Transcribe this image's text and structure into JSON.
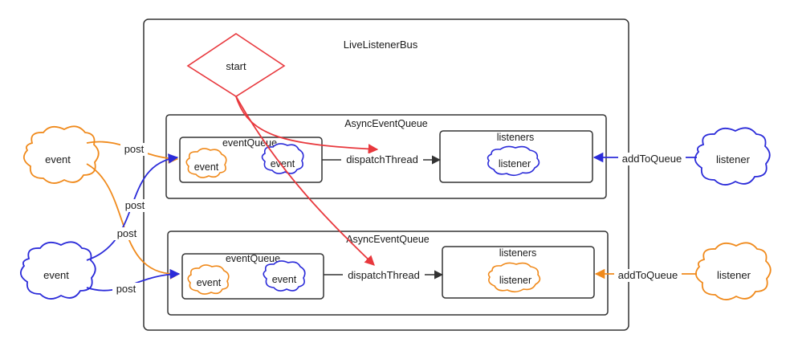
{
  "diagram": {
    "outer_title": "LiveListenerBus",
    "start": "start",
    "queues": [
      {
        "title": "AsyncEventQueue",
        "event_queue": "eventQueue",
        "event_a": "event",
        "event_b": "event",
        "dispatch": "dispatchThread",
        "listeners": "listeners",
        "listener": "listener"
      },
      {
        "title": "AsyncEventQueue",
        "event_queue": "eventQueue",
        "event_a": "event",
        "event_b": "event",
        "dispatch": "dispatchThread",
        "listeners": "listeners",
        "listener": "listener"
      }
    ],
    "sources": [
      {
        "label": "event",
        "color": "#f08a1c"
      },
      {
        "label": "event",
        "color": "#2b2bd9"
      }
    ],
    "posts": [
      "post",
      "post",
      "post",
      "post"
    ],
    "external_listeners": [
      {
        "label": "listener",
        "edge": "addToQueue",
        "color": "#2b2bd9"
      },
      {
        "label": "listener",
        "edge": "addToQueue",
        "color": "#f08a1c"
      }
    ],
    "colors": {
      "orange": "#f08a1c",
      "blue": "#2b2bd9",
      "red": "#e8383d",
      "dark": "#333333"
    }
  }
}
